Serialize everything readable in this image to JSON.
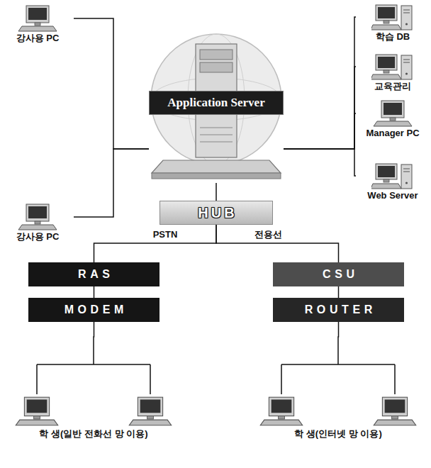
{
  "diagram": {
    "nodes": [
      {
        "text": [
          "강사용 PC"
        ]
      },
      {
        "text": [
          "학습 DB"
        ]
      },
      {
        "text": [
          "Application Server"
        ]
      },
      {
        "text": [
          "교육관리"
        ]
      },
      {
        "text": [
          "Manager PC"
        ]
      },
      {
        "text": [
          "강사용 PC"
        ]
      },
      {
        "text": [
          "Web Server"
        ]
      },
      {
        "text": [
          "HUB"
        ]
      },
      {
        "text": [
          "RAS"
        ]
      },
      {
        "text": [
          "MODEM"
        ]
      },
      {
        "text": [
          "CSU"
        ]
      },
      {
        "text": [
          "ROUTER"
        ]
      },
      {
        "text": [
          "학 생(일반 전화선 망 이용)"
        ]
      },
      {
        "text": [
          "학 생(인터넷 망 이용)"
        ]
      }
    ],
    "edges": [
      {
        "from": 2,
        "to": 0,
        "arrow": "none"
      },
      {
        "from": 2,
        "to": 5,
        "arrow": "none"
      },
      {
        "from": 2,
        "to": 1,
        "arrow": "none"
      },
      {
        "from": 2,
        "to": 3,
        "arrow": "none"
      },
      {
        "from": 2,
        "to": 4,
        "arrow": "none"
      },
      {
        "from": 2,
        "to": 6,
        "arrow": "none"
      },
      {
        "from": 2,
        "to": 7,
        "arrow": "none"
      },
      {
        "from": 7,
        "to": 8,
        "label": "PSTN",
        "arrow": "none"
      },
      {
        "from": 7,
        "to": 10,
        "label": "전용선",
        "arrow": "none"
      },
      {
        "from": 8,
        "to": 9,
        "arrow": "none"
      },
      {
        "from": 10,
        "to": 11,
        "arrow": "none"
      },
      {
        "from": 9,
        "to": 12,
        "arrow": "none"
      },
      {
        "from": 11,
        "to": 13,
        "arrow": "none"
      }
    ]
  }
}
